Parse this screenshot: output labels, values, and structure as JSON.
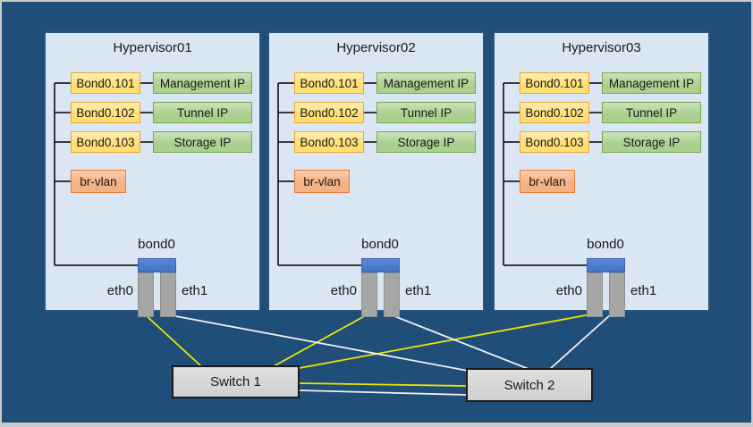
{
  "hypervisors": [
    {
      "title": "Hypervisor01",
      "vlan_interfaces": [
        {
          "label": "Bond0.101",
          "ip_label": "Management IP"
        },
        {
          "label": "Bond0.102",
          "ip_label": "Tunnel IP"
        },
        {
          "label": "Bond0.103",
          "ip_label": "Storage IP"
        }
      ],
      "bridge_label": "br-vlan",
      "bond_label": "bond0",
      "nic_labels": [
        "eth0",
        "eth1"
      ]
    },
    {
      "title": "Hypervisor02",
      "vlan_interfaces": [
        {
          "label": "Bond0.101",
          "ip_label": "Management IP"
        },
        {
          "label": "Bond0.102",
          "ip_label": "Tunnel IP"
        },
        {
          "label": "Bond0.103",
          "ip_label": "Storage IP"
        }
      ],
      "bridge_label": "br-vlan",
      "bond_label": "bond0",
      "nic_labels": [
        "eth0",
        "eth1"
      ]
    },
    {
      "title": "Hypervisor03",
      "vlan_interfaces": [
        {
          "label": "Bond0.101",
          "ip_label": "Management IP"
        },
        {
          "label": "Bond0.102",
          "ip_label": "Tunnel IP"
        },
        {
          "label": "Bond0.103",
          "ip_label": "Storage IP"
        }
      ],
      "bridge_label": "br-vlan",
      "bond_label": "bond0",
      "nic_labels": [
        "eth0",
        "eth1"
      ]
    }
  ],
  "switches": [
    {
      "label": "Switch 1"
    },
    {
      "label": "Switch 2"
    }
  ],
  "connections": [
    {
      "from": "hypervisor01.eth0",
      "to": "Switch 1",
      "color_key": "eth0_link"
    },
    {
      "from": "hypervisor02.eth0",
      "to": "Switch 1",
      "color_key": "eth0_link"
    },
    {
      "from": "hypervisor03.eth0",
      "to": "Switch 1",
      "color_key": "eth0_link"
    },
    {
      "from": "hypervisor01.eth1",
      "to": "Switch 2",
      "color_key": "eth1_link"
    },
    {
      "from": "hypervisor02.eth1",
      "to": "Switch 2",
      "color_key": "eth1_link"
    },
    {
      "from": "hypervisor03.eth1",
      "to": "Switch 2",
      "color_key": "eth1_link"
    },
    {
      "from": "Switch 1",
      "to": "Switch 2",
      "color_key": "eth0_link"
    },
    {
      "from": "Switch 1",
      "to": "Switch 2",
      "color_key": "eth1_link"
    }
  ],
  "colors": {
    "background": "#1f4e79",
    "frame": "#cbcbcb",
    "panel_fill": "#dbe6f4",
    "vlan_fill": "#ffdf73",
    "vlan_border": "#f0a32e",
    "ip_fill": "#abd08e",
    "ip_border": "#74a84e",
    "bridge_fill": "#f5b183",
    "bridge_border": "#ed7d31",
    "bond_fill": "#4472c4",
    "nic_fill": "#a6a6a6",
    "switch_fill": "#d0d0d0",
    "switch_border": "#1a1a1a",
    "connector": "#000000",
    "eth0_link": "#e8e500",
    "eth1_link": "#f0f0f0"
  }
}
